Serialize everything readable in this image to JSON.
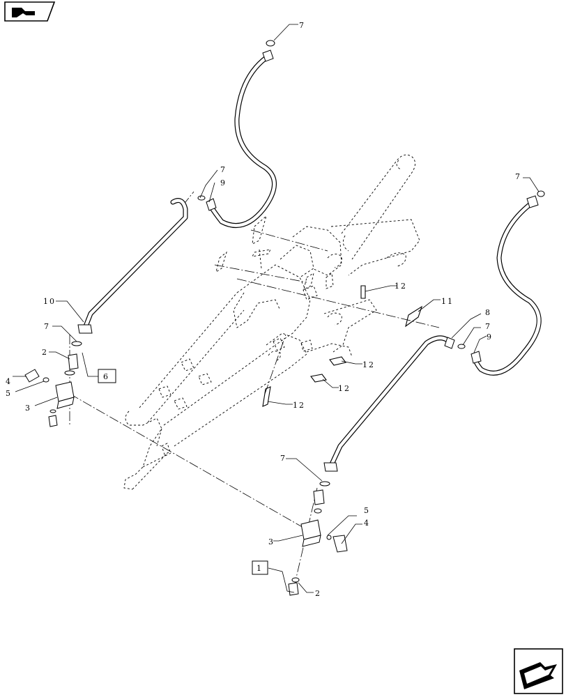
{
  "nav": {
    "top_icon": "book-page-icon",
    "bottom_icon": "next-page-arrow-icon"
  },
  "callouts": {
    "c7_top": "7",
    "c7_left": "7",
    "c9_left": "9",
    "c10": "10",
    "c7_left_b": "7",
    "c2_left": "2",
    "c6": "6",
    "c4_left": "4",
    "c5_left": "5",
    "c3_left": "3",
    "c7_right": "7",
    "c12_a": "12",
    "c11": "11",
    "c8": "8",
    "c7_right_b": "7",
    "c9_right": "9",
    "c12_b": "12",
    "c12_c": "12",
    "c12_d": "12",
    "c7_bottom": "7",
    "c5_right": "5",
    "c4_right": "4",
    "c3_right": "3",
    "c1": "1",
    "c2_right": "2"
  }
}
